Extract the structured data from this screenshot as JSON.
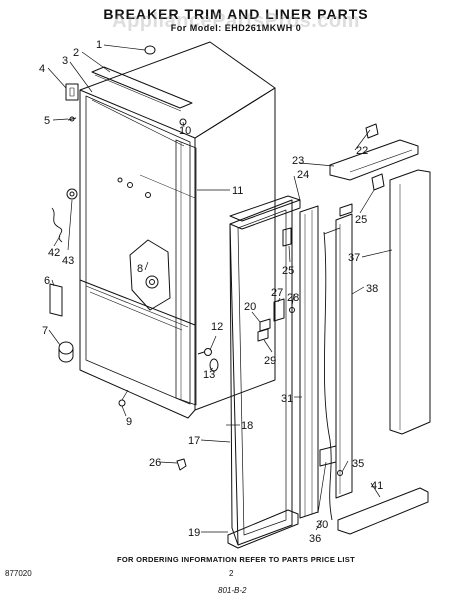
{
  "header": {
    "title": "BREAKER TRIM AND LINER PARTS",
    "subtitle": "For Model: EHD261MKWH 0",
    "watermark": "AppliancePartsPros.com"
  },
  "callouts": [
    "1",
    "2",
    "3",
    "4",
    "5",
    "6",
    "7",
    "8",
    "9",
    "10",
    "11",
    "12",
    "13",
    "17",
    "18",
    "19",
    "20",
    "22",
    "23",
    "24",
    "25",
    "25",
    "26",
    "27",
    "28",
    "29",
    "30",
    "31",
    "35",
    "36",
    "37",
    "38",
    "41",
    "42",
    "43"
  ],
  "footer": {
    "ordering_note": "FOR ORDERING INFORMATION REFER TO PARTS PRICE LIST",
    "doc_number": "877020",
    "page_number": "2",
    "part_code": "801-B-2"
  }
}
